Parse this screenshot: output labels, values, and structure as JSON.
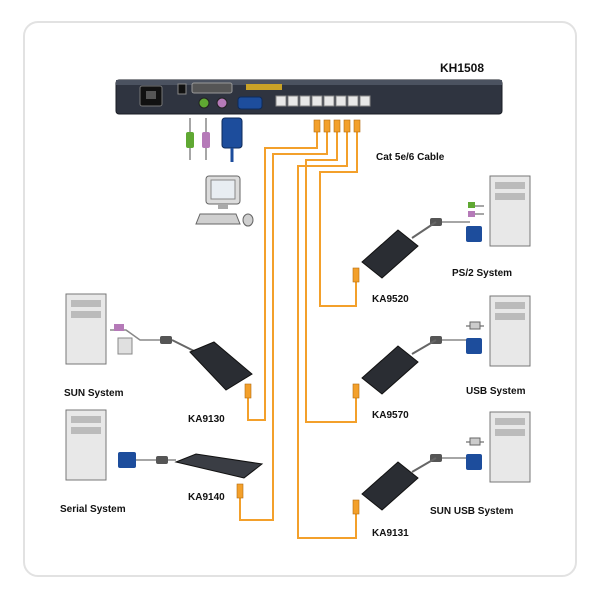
{
  "diagram": {
    "switch_model": "KH1508",
    "cable_label": "Cat 5e/6 Cable",
    "adapters": {
      "ka9520": "KA9520",
      "ka9570": "KA9570",
      "ka9131": "KA9131",
      "ka9130": "KA9130",
      "ka9140": "KA9140"
    },
    "systems": {
      "ps2": "PS/2 System",
      "usb": "USB System",
      "sun_usb": "SUN USB System",
      "sun": "SUN System",
      "serial": "Serial System"
    }
  },
  "colors": {
    "cable": "#f3a02b",
    "switch_body": "#2f3440",
    "vga_blue": "#1d4d9c",
    "ps2_green": "#5fa832",
    "ps2_purple": "#b57ab8",
    "frame": "#e2e2e2"
  }
}
